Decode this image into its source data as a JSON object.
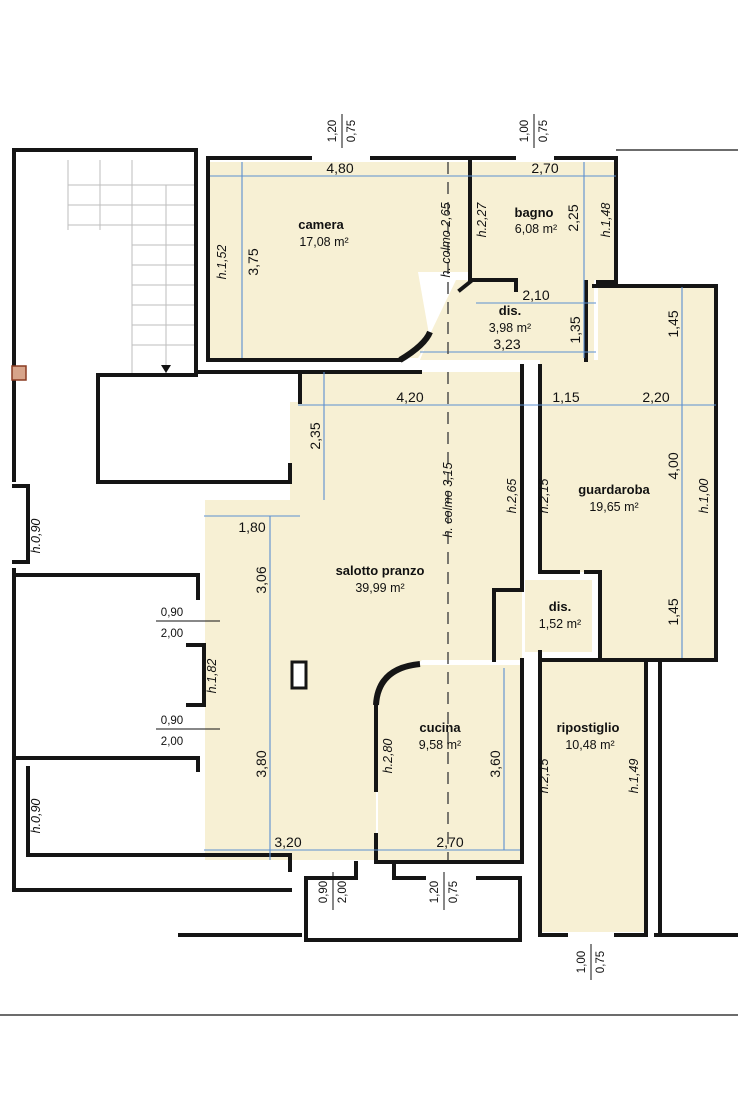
{
  "rooms": {
    "camera": {
      "name": "camera",
      "area": "17,08 m²"
    },
    "bagno": {
      "name": "bagno",
      "area": "6,08 m²"
    },
    "dis1": {
      "name": "dis.",
      "area": "3,98 m²"
    },
    "guardaroba": {
      "name": "guardaroba",
      "area": "19,65 m²"
    },
    "salotto": {
      "name": "salotto pranzo",
      "area": "39,99 m²"
    },
    "dis2": {
      "name": "dis.",
      "area": "1,52 m²"
    },
    "cucina": {
      "name": "cucina",
      "area": "9,58 m²"
    },
    "ripostiglio": {
      "name": "ripostiglio",
      "area": "10,48 m²"
    }
  },
  "dimensions": {
    "camera_width": "4,80",
    "bagno_width": "2,70",
    "camera_height": "3,75",
    "bagno_height": "2,25",
    "dis_width": "2,10",
    "dis_height": "1,35",
    "dis_lower_width": "3,23",
    "guardaroba_top": "1,45",
    "salotto_top_width": "4,20",
    "mid_width": "1,15",
    "guardaroba_width": "2,20",
    "salotto_upper": "2,35",
    "guardaroba_height": "4,00",
    "salotto_left_width": "1,80",
    "salotto_h1": "3,06",
    "guardaroba_bottom": "1,45",
    "salotto_h2": "3,80",
    "cucina_height": "3,60",
    "bottom_left": "3,20",
    "bottom_right": "2,70"
  },
  "heights": {
    "camera": "h.1,52",
    "camera_colmo": "h. colmo 2,65",
    "bagno_left": "h.2,27",
    "bagno_right": "h.1,48",
    "salotto_colmo": "h. colmo 3,15",
    "salotto_right": "h.2,65",
    "guardaroba_left": "h.2,15",
    "guardaroba_right": "h.1,00",
    "left_top": "h.0,90",
    "left_mid": "h.1,82",
    "left_bottom": "h.0,90",
    "cucina": "h.2,80",
    "ripostiglio_left": "h.2,15",
    "ripostiglio_right": "h.1,49"
  },
  "windows": {
    "top1": {
      "w": "1,20",
      "h": "0,75"
    },
    "top2": {
      "w": "1,00",
      "h": "0,75"
    },
    "left1": {
      "w": "0,90",
      "h": "2,00"
    },
    "left2": {
      "w": "0,90",
      "h": "2,00"
    },
    "bottom1": {
      "w": "0,90",
      "h": "2,00"
    },
    "bottom2": {
      "w": "1,20",
      "h": "0,75"
    },
    "bottom3": {
      "w": "1,00",
      "h": "0,75"
    }
  }
}
